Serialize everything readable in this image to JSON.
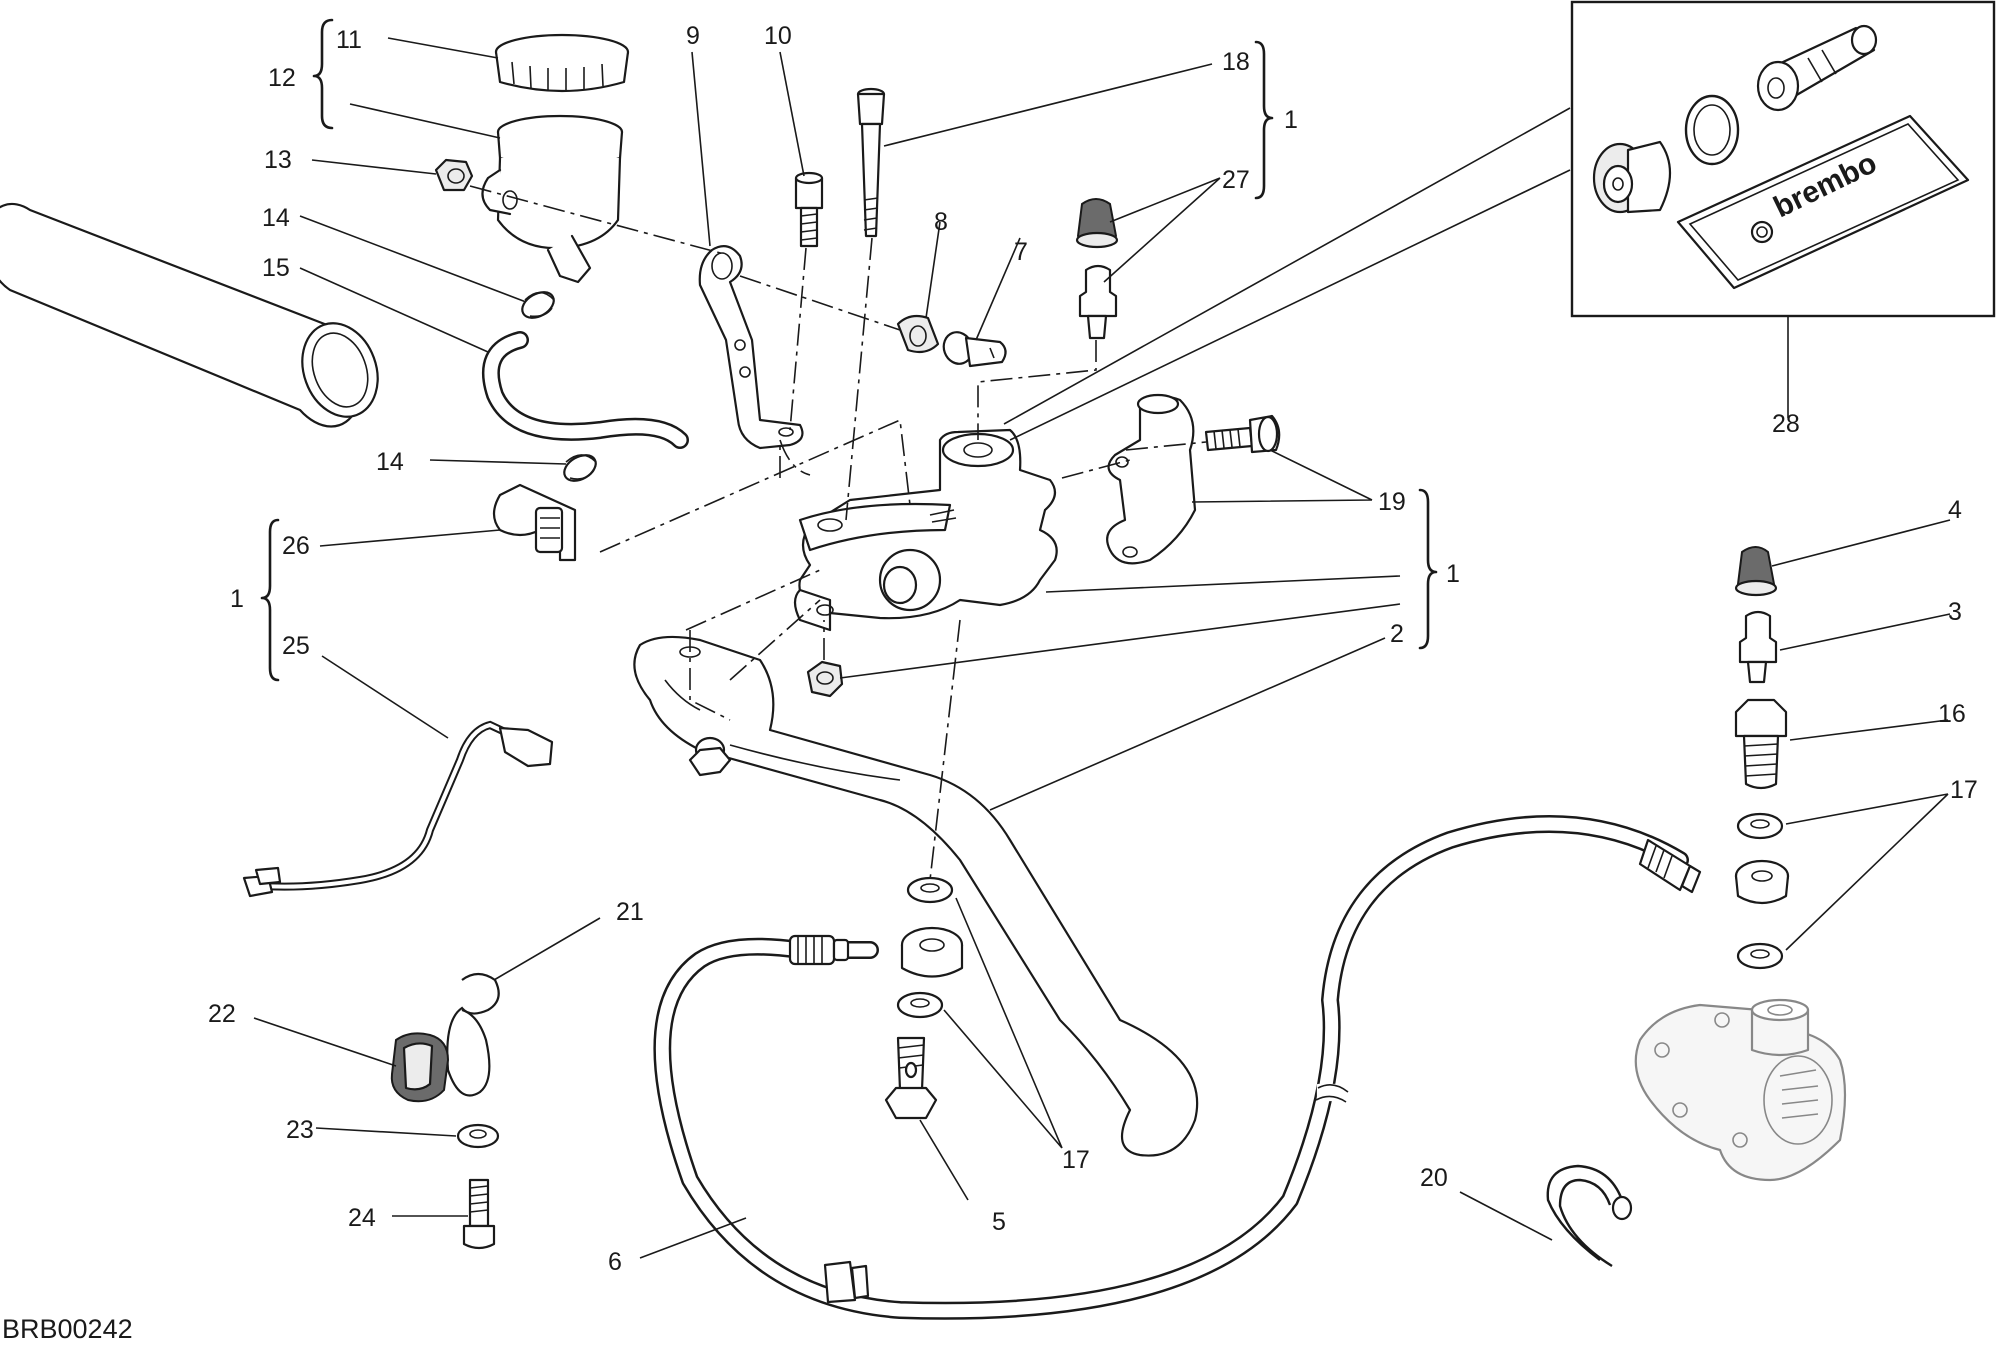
{
  "diagram": {
    "code": "BRB00242",
    "brand_text": "brembo",
    "labels": {
      "l1a": "1",
      "l1b": "1",
      "l1c": "1",
      "l2": "2",
      "l3": "3",
      "l4": "4",
      "l5": "5",
      "l6": "6",
      "l7": "7",
      "l8": "8",
      "l9": "9",
      "l10": "10",
      "l11": "11",
      "l12": "12",
      "l13": "13",
      "l14a": "14",
      "l14b": "14",
      "l15": "15",
      "l16": "16",
      "l17a": "17",
      "l17b": "17",
      "l18": "18",
      "l19": "19",
      "l20": "20",
      "l21": "21",
      "l22": "22",
      "l23": "23",
      "l24": "24",
      "l25": "25",
      "l26": "26",
      "l27": "27",
      "l28": "28"
    }
  }
}
